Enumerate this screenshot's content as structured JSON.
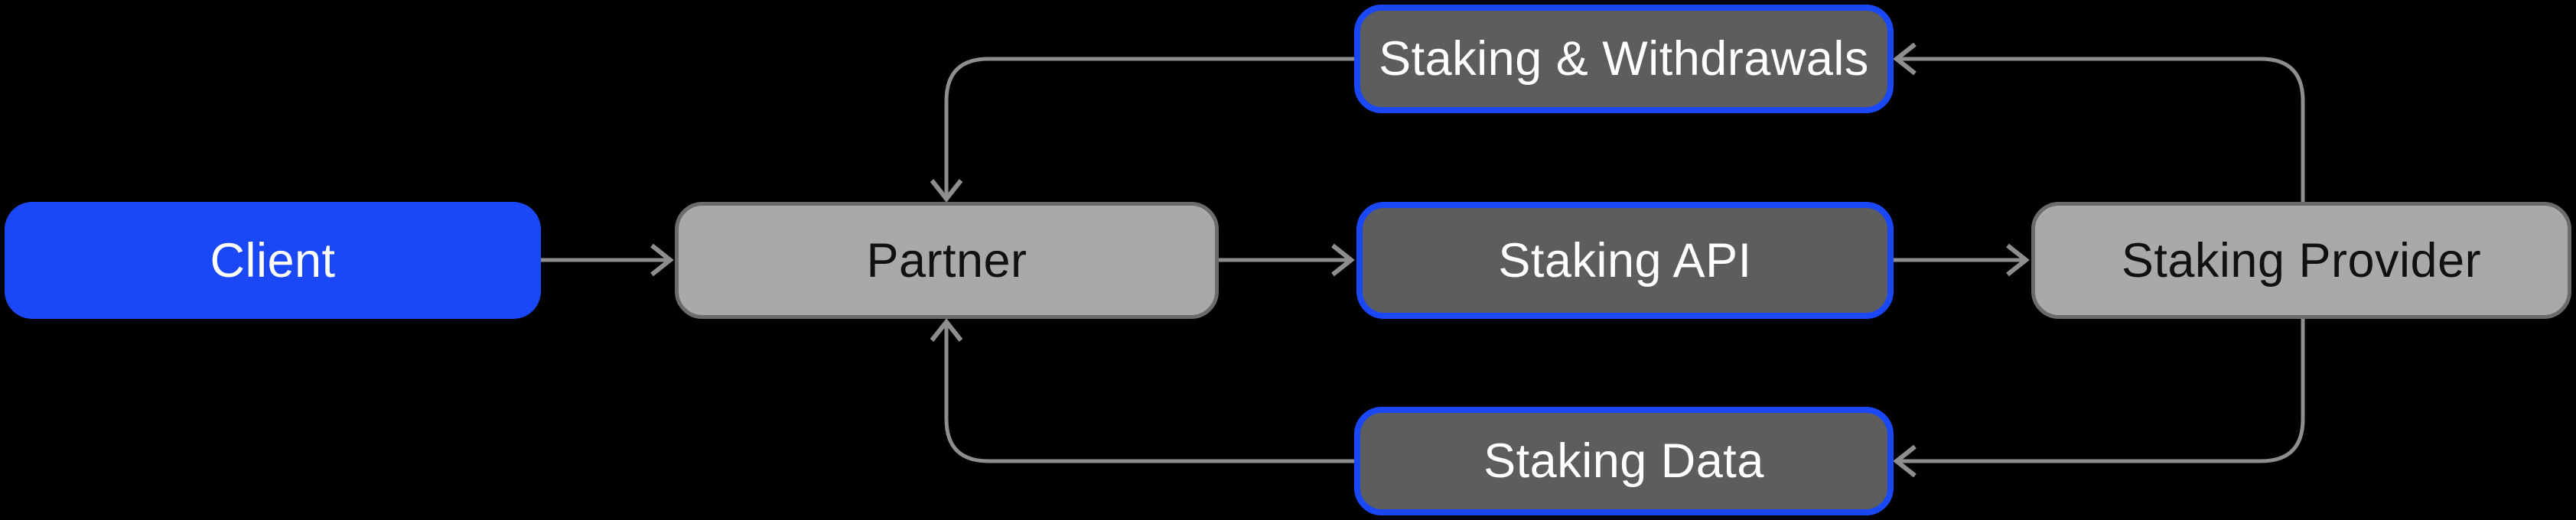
{
  "colors": {
    "background": "#000000",
    "accent-blue": "#1b48f7",
    "node-gray-fill": "#a9a9aa",
    "node-gray-border": "#6b6b6c",
    "node-dark-fill": "#5d5d5e",
    "edge-gray": "#8e8e8e",
    "text-dark": "#111111",
    "text-light": "#ffffff"
  },
  "diagram": {
    "nodes": [
      {
        "id": "client",
        "label": "Client"
      },
      {
        "id": "partner",
        "label": "Partner"
      },
      {
        "id": "staking-api",
        "label": "Staking API"
      },
      {
        "id": "staking-provider",
        "label": "Staking Provider"
      },
      {
        "id": "staking-withdrawals",
        "label": "Staking & Withdrawals"
      },
      {
        "id": "staking-data",
        "label": "Staking Data"
      }
    ],
    "edges": [
      {
        "from": "client",
        "to": "partner"
      },
      {
        "from": "partner",
        "to": "staking-api"
      },
      {
        "from": "staking-api",
        "to": "staking-provider"
      },
      {
        "from": "staking-provider",
        "to": "staking-withdrawals"
      },
      {
        "from": "staking-withdrawals",
        "to": "partner"
      },
      {
        "from": "staking-provider",
        "to": "staking-data"
      },
      {
        "from": "staking-data",
        "to": "partner"
      }
    ]
  }
}
